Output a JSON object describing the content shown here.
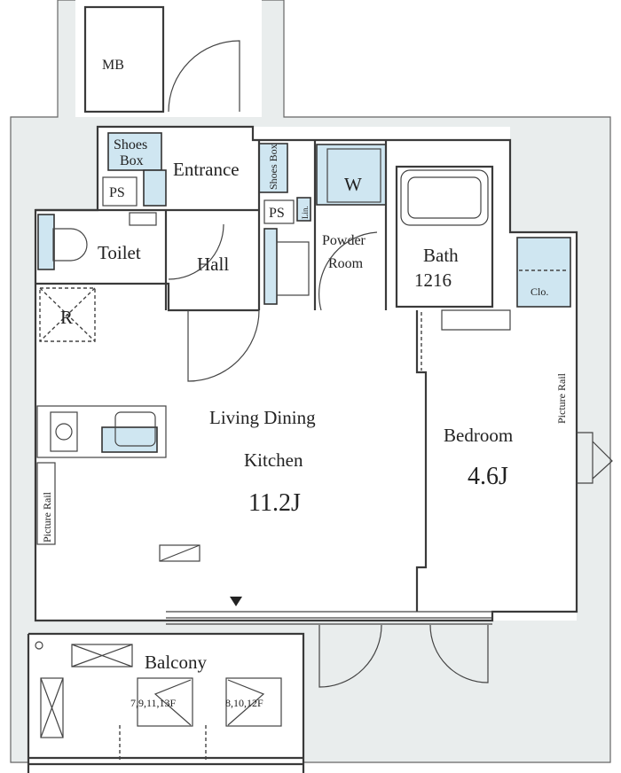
{
  "rooms": {
    "mb": "MB",
    "shoes_box_1_line1": "Shoes",
    "shoes_box_1_line2": "Box",
    "entrance": "Entrance",
    "shoes_box_2": "Shoes Box",
    "ps_1": "PS",
    "ps_2": "PS",
    "linen": "Lin.",
    "washer": "W",
    "toilet": "Toilet",
    "hall": "Hall",
    "powder_room_line1": "Powder",
    "powder_room_line2": "Room",
    "bath": "Bath",
    "bath_size": "1216",
    "closet": "Clo.",
    "refrigerator": "R",
    "ldk_line1": "Living Dining",
    "ldk_line2": "Kitchen",
    "ldk_size": "11.2J",
    "bedroom": "Bedroom",
    "bedroom_size": "4.6J",
    "picture_rail_1": "Picture Rail",
    "picture_rail_2": "Picture Rail",
    "balcony": "Balcony",
    "ac_unit_1": "7,9,11,13F",
    "ac_unit_2": "8,10,12F"
  },
  "colors": {
    "fixture_blue": "#cfe6f1",
    "exterior_gray": "#e9eded",
    "wall": "#3a3a3a"
  }
}
